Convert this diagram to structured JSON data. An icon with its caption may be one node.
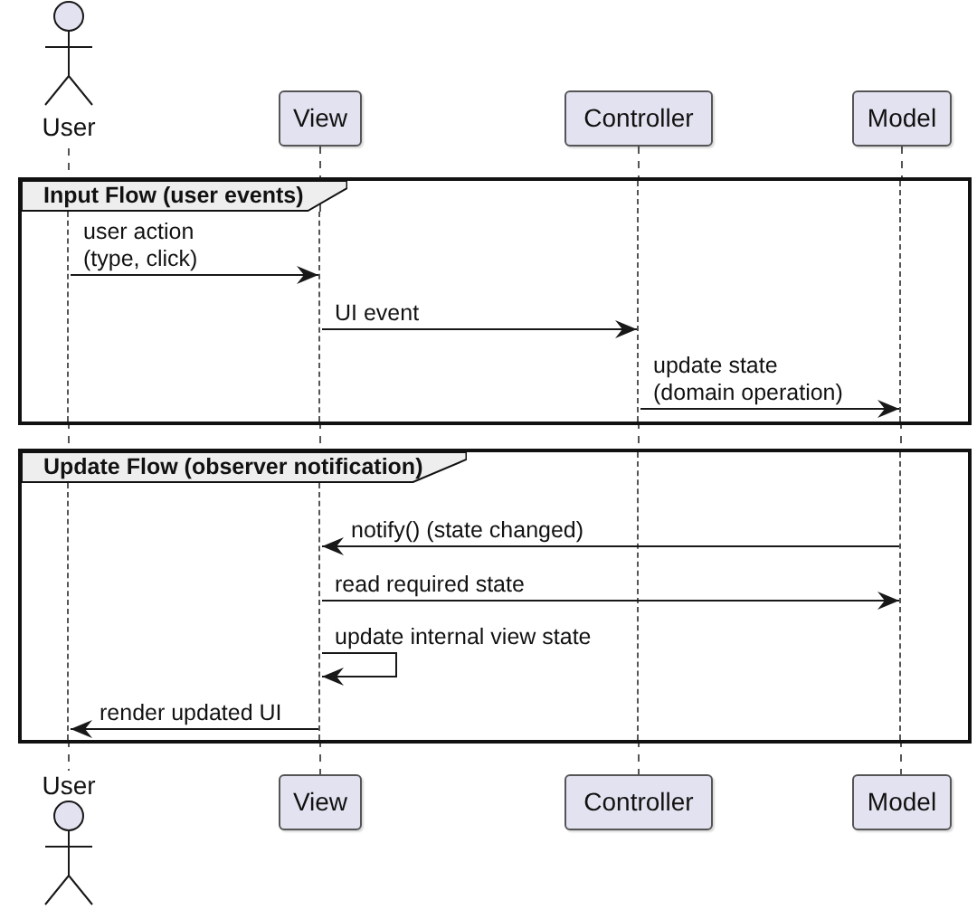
{
  "diagram": {
    "nodes": [
      {
        "text": [
          "User"
        ]
      },
      {
        "text": [
          "View"
        ]
      },
      {
        "text": [
          "Controller"
        ]
      },
      {
        "text": [
          "Model"
        ]
      },
      {
        "text": [
          "Input Flow (user events)"
        ]
      },
      {
        "text": [],
        "shape": "line",
        "in": 4
      },
      {
        "text": [],
        "shape": "line",
        "in": 4
      },
      {
        "text": [],
        "shape": "line",
        "in": 4
      },
      {
        "text": [],
        "shape": "line",
        "in": 4
      },
      {
        "text": [
          "Update Flow (observer notification)"
        ]
      },
      {
        "text": [],
        "shape": "line",
        "in": 9
      },
      {
        "text": [],
        "shape": "line",
        "in": 9
      },
      {
        "text": [],
        "shape": "line",
        "in": 9
      },
      {
        "text": [],
        "shape": "line",
        "in": 9
      },
      {
        "text": [
          "User"
        ]
      },
      {
        "text": [
          "View"
        ]
      },
      {
        "text": [
          "Controller"
        ]
      },
      {
        "text": [
          "Model"
        ]
      }
    ],
    "edges": [
      {
        "from": 5,
        "to": 6,
        "arrow": "to",
        "label": "user action (type, click)"
      },
      {
        "from": 6,
        "to": 7,
        "arrow": "to",
        "label": "UI event"
      },
      {
        "from": 7,
        "to": 8,
        "arrow": "to",
        "label": "update state (domain operation)"
      },
      {
        "from": 13,
        "to": 11,
        "arrow": "to",
        "label": "notify() (state changed)"
      },
      {
        "from": 11,
        "to": 13,
        "arrow": "to",
        "label": "read required state"
      },
      {
        "from": 11,
        "to": 11,
        "arrow": "to",
        "label": "update internal view state"
      },
      {
        "from": 11,
        "to": 10,
        "arrow": "to",
        "label": "render updated UI"
      },
      {
        "from": 0,
        "to": 5,
        "arrow": "none",
        "style": "dashed"
      },
      {
        "from": 1,
        "to": 6,
        "arrow": "none",
        "style": "dashed"
      },
      {
        "from": 2,
        "to": 7,
        "arrow": "none",
        "style": "dashed"
      },
      {
        "from": 3,
        "to": 8,
        "arrow": "none",
        "style": "dashed"
      },
      {
        "from": 5,
        "to": 10,
        "arrow": "none",
        "style": "dashed"
      },
      {
        "from": 6,
        "to": 11,
        "arrow": "none",
        "style": "dashed"
      },
      {
        "from": 7,
        "to": 12,
        "arrow": "none",
        "style": "dashed"
      },
      {
        "from": 8,
        "to": 13,
        "arrow": "none",
        "style": "dashed"
      },
      {
        "from": 10,
        "to": 14,
        "arrow": "none",
        "style": "dashed"
      },
      {
        "from": 11,
        "to": 15,
        "arrow": "none",
        "style": "dashed"
      },
      {
        "from": 12,
        "to": 16,
        "arrow": "none",
        "style": "dashed"
      },
      {
        "from": 13,
        "to": 17,
        "arrow": "none",
        "style": "dashed"
      }
    ]
  }
}
